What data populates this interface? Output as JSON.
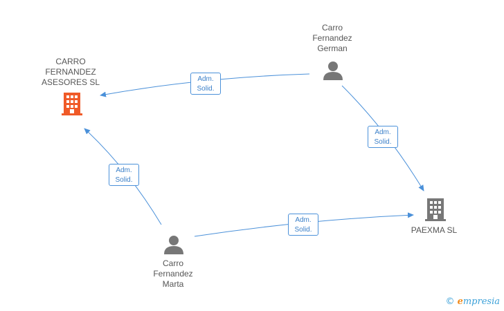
{
  "colors": {
    "edge": "#4a90d9",
    "company_highlight": "#f05a28",
    "company": "#777777",
    "person": "#777777",
    "label": "#555555"
  },
  "nodes": {
    "company_main": {
      "lines": [
        "CARRO",
        "FERNANDEZ",
        "ASESORES SL"
      ],
      "icon": "building-icon"
    },
    "company_paexma": {
      "lines": [
        "PAEXMA SL"
      ],
      "icon": "building-icon"
    },
    "person_german": {
      "lines": [
        "Carro",
        "Fernandez",
        "German"
      ],
      "icon": "person-icon"
    },
    "person_marta": {
      "lines": [
        "Carro",
        "Fernandez",
        "Marta"
      ],
      "icon": "person-icon"
    }
  },
  "edges": [
    {
      "from": "person_german",
      "to": "company_main",
      "label": [
        "Adm.",
        "Solid."
      ]
    },
    {
      "from": "person_german",
      "to": "company_paexma",
      "label": [
        "Adm.",
        "Solid."
      ]
    },
    {
      "from": "person_marta",
      "to": "company_main",
      "label": [
        "Adm.",
        "Solid."
      ]
    },
    {
      "from": "person_marta",
      "to": "company_paexma",
      "label": [
        "Adm.",
        "Solid."
      ]
    }
  ],
  "watermark": {
    "copyright": "©",
    "brand_initial": "e",
    "brand_rest": "mpresia"
  }
}
